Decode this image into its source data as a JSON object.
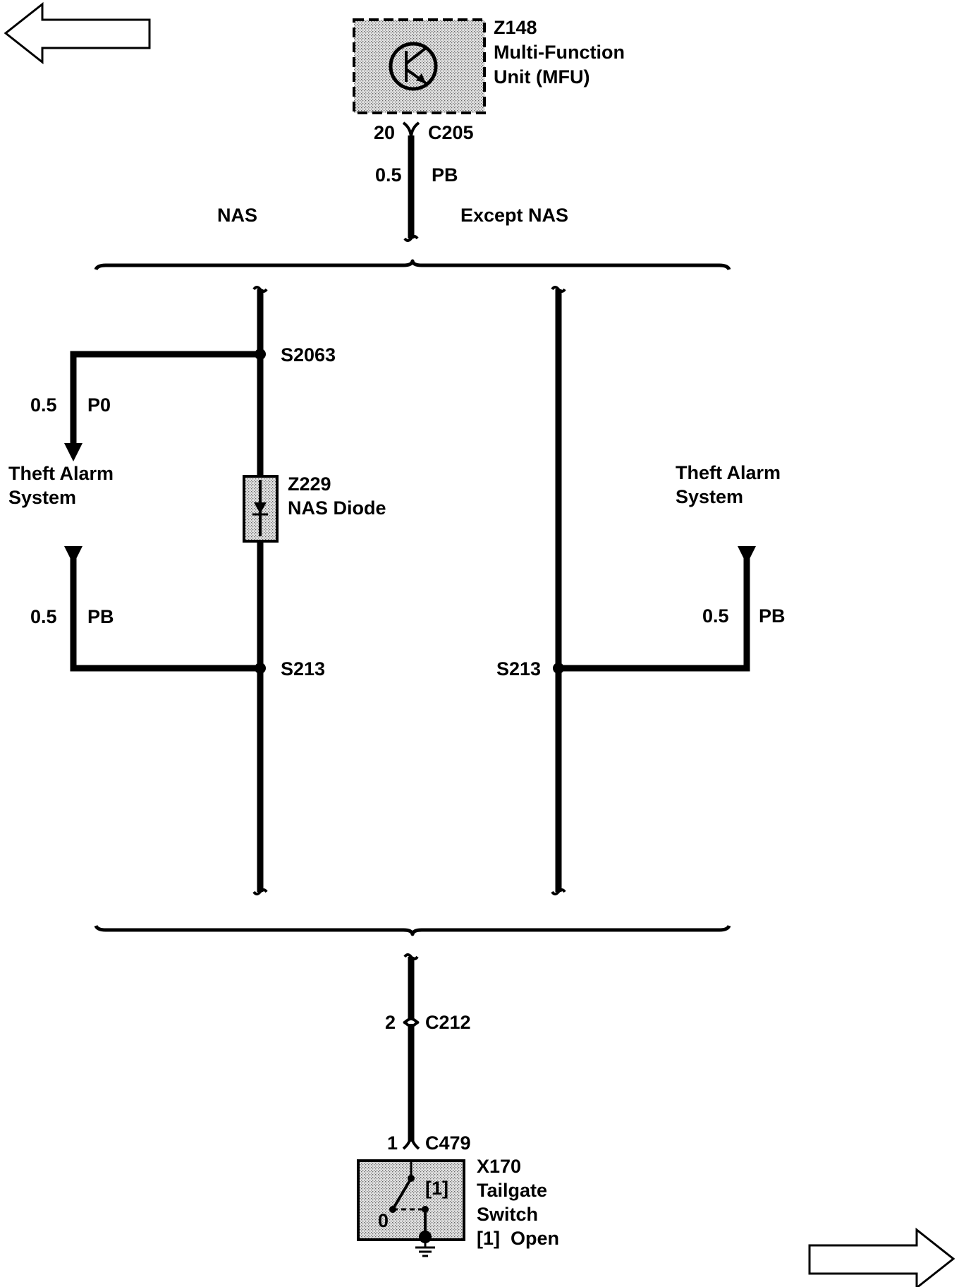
{
  "colors": {
    "ink": "#000000",
    "component_fill": "#c8c8c8",
    "background": "#ffffff"
  },
  "navigation": {
    "prev_icon": "left-arrow-icon",
    "next_icon": "right-arrow-icon"
  },
  "mfu": {
    "id": "Z148",
    "name_line1": "Multi-Function",
    "name_line2": "Unit (MFU)",
    "icon": "transistor-icon",
    "pin": "20",
    "connector": "C205"
  },
  "main_wire": {
    "gauge": "0.5",
    "color": "PB"
  },
  "variants": {
    "left": "NAS",
    "right": "Except NAS"
  },
  "nas": {
    "splice_top": "S2063",
    "branch_wire": {
      "gauge": "0.5",
      "color": "P0"
    },
    "theft_line1": "Theft Alarm",
    "theft_line2": "System",
    "diode_id": "Z229",
    "diode_name": "NAS Diode",
    "diode_icon": "diode-icon",
    "return_wire": {
      "gauge": "0.5",
      "color": "PB"
    },
    "splice_bottom": "S213"
  },
  "except_nas": {
    "theft_line1": "Theft Alarm",
    "theft_line2": "System",
    "return_wire": {
      "gauge": "0.5",
      "color": "PB"
    },
    "splice": "S213"
  },
  "lower_connector": {
    "pin": "2",
    "connector": "C212"
  },
  "switch": {
    "pin": "1",
    "connector": "C479",
    "id": "X170",
    "name_line1": "Tailgate",
    "name_line2": "Switch",
    "state_label": "[1]  Open",
    "pos_open": "[1]",
    "pos_closed": "0",
    "icon": "switch-icon",
    "ground_icon": "ground-icon"
  }
}
